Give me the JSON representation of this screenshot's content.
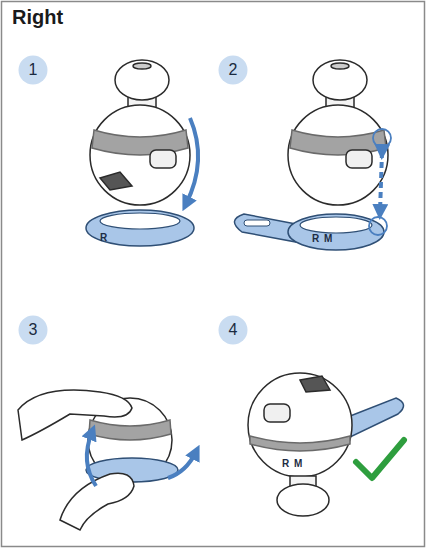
{
  "diagram": {
    "title": "Right",
    "nodes": [
      {
        "text": [
          "1"
        ]
      },
      {
        "text": [
          "2"
        ]
      },
      {
        "text": [
          "3"
        ]
      },
      {
        "text": [
          "4"
        ]
      }
    ],
    "labels": [
      "R",
      "R M",
      "R M"
    ]
  }
}
